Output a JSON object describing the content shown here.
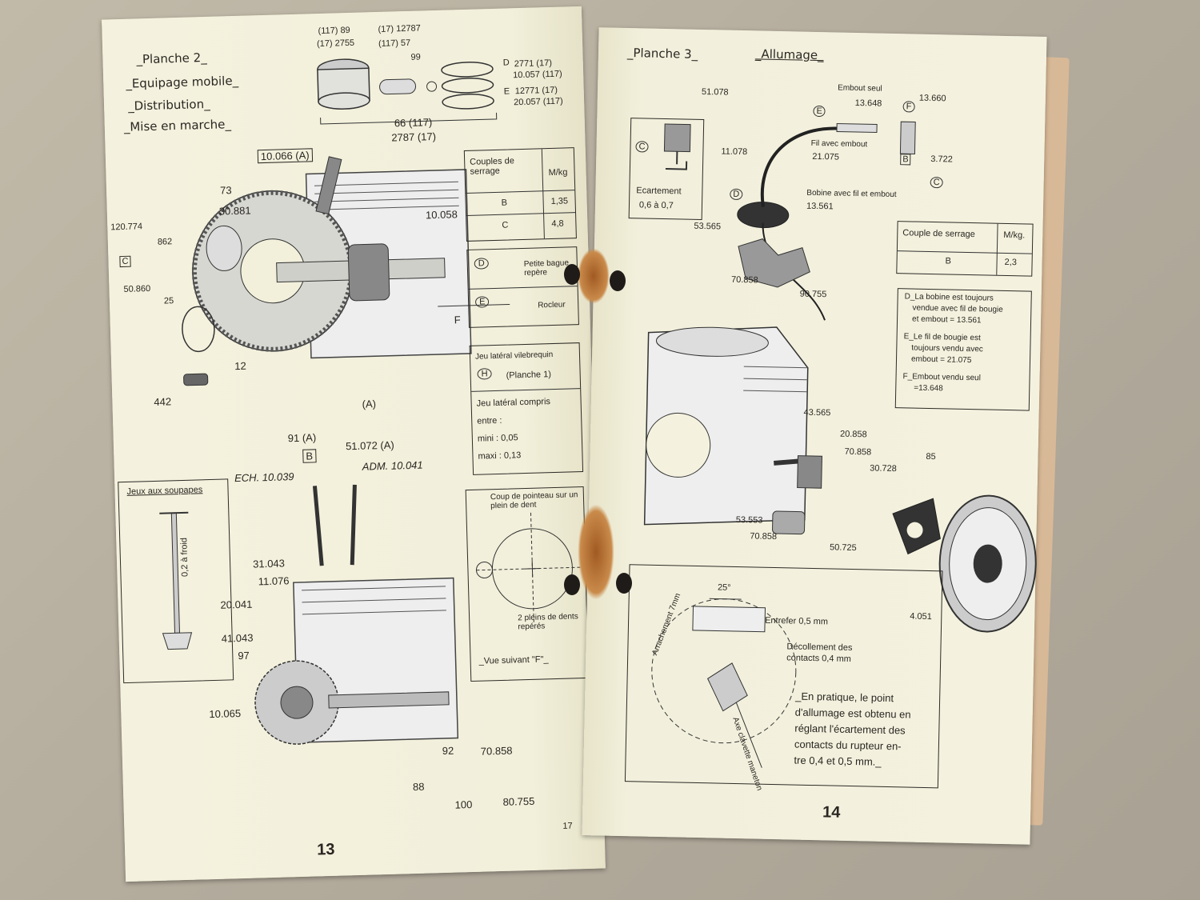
{
  "left_page": {
    "title_lines": [
      "_Planche 2_",
      "_Equipage mobile_",
      "_Distribution_",
      "_Mise en marche_"
    ],
    "page_number": "13",
    "corner_mark": "17",
    "top_refs": {
      "r1": "(117) 89",
      "r2": "(17) 2755",
      "r3": "(17) 12787",
      "r4": "(117) 57",
      "r5": "99",
      "r6": "2771 (17)",
      "r7": "10.057 (117)",
      "r8": "12771 (17)",
      "r9": "20.057 (117)",
      "r10": "66 (117)",
      "r11": "2787 (17)",
      "letter_d": "D",
      "letter_e": "E"
    },
    "refs": {
      "conrod": "10.066 (A)",
      "n73": "73",
      "n30881": "30.881",
      "n10058": "10.058",
      "n120774": "120.774",
      "n862": "862",
      "c_label": "C",
      "n50860": "50.860",
      "n25": "25",
      "n12": "12",
      "n442": "442",
      "f_label": "F",
      "a_label": "(A)",
      "n91": "91 (A)",
      "b_label": "B",
      "n51072": "51.072 (A)",
      "ech": "ECH. 10.039",
      "adm": "ADM. 10.041",
      "n31043": "31.043",
      "n11076": "11.076",
      "n20041": "20.041",
      "n41043": "41.043",
      "n97": "97",
      "n10065": "10.065",
      "n92": "92",
      "n70858": "70.858",
      "n88": "88",
      "n100": "100",
      "n80755": "80.755"
    },
    "torque_table": {
      "header_left": "Couples de serrage",
      "header_right": "M/kg",
      "rows": [
        [
          "B",
          "1,35"
        ],
        [
          "C",
          "4,8"
        ]
      ]
    },
    "marks_box": {
      "d_letter": "D",
      "d_text": "Petite bague repère",
      "e_letter": "E",
      "e_text": "Rocleur"
    },
    "play_box": {
      "line1": "Jeu latéral vilebrequin",
      "h_letter": "H",
      "line2": "(Planche 1)",
      "line3": "Jeu latéral compris",
      "line4": "entre :",
      "mini": "mini :  0,05",
      "maxi": "maxi :  0,13"
    },
    "valve_box": {
      "title": "Jeux aux soupapes",
      "clearance": "0,2 à froid"
    },
    "gear_box": {
      "top_text": "Coup de pointeau sur un plein de dent",
      "mid_text": "2 pleins de dents repérés",
      "bottom_text": "_Vue suivant \"F\"_"
    }
  },
  "right_page": {
    "title": "_Planche 3_",
    "subtitle": "_Allumage_",
    "page_number": "14",
    "refs": {
      "n51078": "51.078",
      "e_letter": "E",
      "embout_seul": "Embout seul",
      "n13648": "13.648",
      "f_letter": "F",
      "n13660": "13.660",
      "n11078": "11.078",
      "fil_embout": "Fil avec embout",
      "n21075": "21.075",
      "b_letter": "B",
      "n3722": "3.722",
      "c_letter": "C",
      "d_letter": "D",
      "bobine": "Bobine avec fil et embout",
      "n13561": "13.561",
      "n53565": "53.565",
      "n70858a": "70.858",
      "n90755": "90.755",
      "n43565": "43.565",
      "n20858": "20.858",
      "n70858b": "70.858",
      "n30728": "30.728",
      "n85": "85",
      "n53553": "53.553",
      "n70858c": "70.858",
      "n50725": "50.725",
      "n4051": "4.051"
    },
    "gap_box": {
      "c_letter": "C",
      "label": "Ecartement",
      "value": "0,6 à 0,7"
    },
    "torque_table": {
      "header_left": "Couple de serrage",
      "header_right": "M/kg.",
      "rows": [
        [
          "B",
          "2,3"
        ]
      ]
    },
    "notes": [
      "D_La bobine est toujours",
      "vendue avec fil de bougie",
      "et embout = 13.561",
      "E_Le fil de bougie est",
      "toujours vendu avec",
      "embout = 21.075",
      "F_Embout vendu seul",
      "=13.648"
    ],
    "timing_box": {
      "angle": "25°",
      "arrachement": "Arrachement 7mm",
      "entrefer": "Entrefer 0,5 mm",
      "decollement_1": "Décollement des",
      "decollement_2": "contacts 0,4 mm",
      "axe": "Axe clavette maneton",
      "note": [
        "_En pratique, le point",
        "d'allumage est obtenu en",
        "réglant l'écartement des",
        "contacts du rupteur en-",
        "tre 0,4 et 0,5 mm._"
      ]
    }
  }
}
